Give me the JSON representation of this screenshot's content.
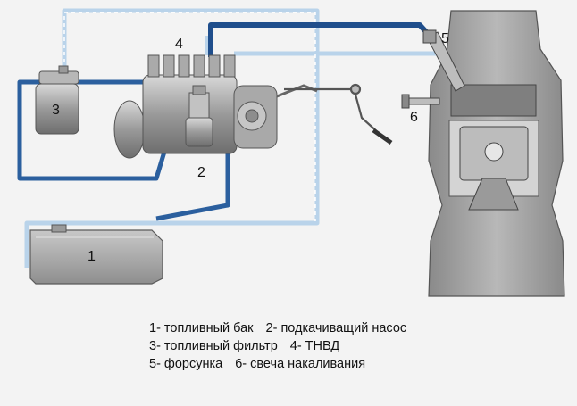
{
  "labels": {
    "tank": "1",
    "lift_pump": "2",
    "fuel_filter": "3",
    "injection_pump": "4",
    "injector": "5",
    "glow_plug": "6"
  },
  "legend": [
    [
      "1- топливный бак",
      "2- подкачиващий насос"
    ],
    [
      "3- топливный фильтр",
      "4- ТНВД"
    ],
    [
      "5- форсунка",
      "6- свеча накаливания"
    ]
  ],
  "colors": {
    "supply_line": "#2b5f9e",
    "return_line": "#b9d3ea",
    "high_pressure_line": "#1f4e8c",
    "metal": "#8f8f8f",
    "engine_block": "#9d9d9d"
  }
}
